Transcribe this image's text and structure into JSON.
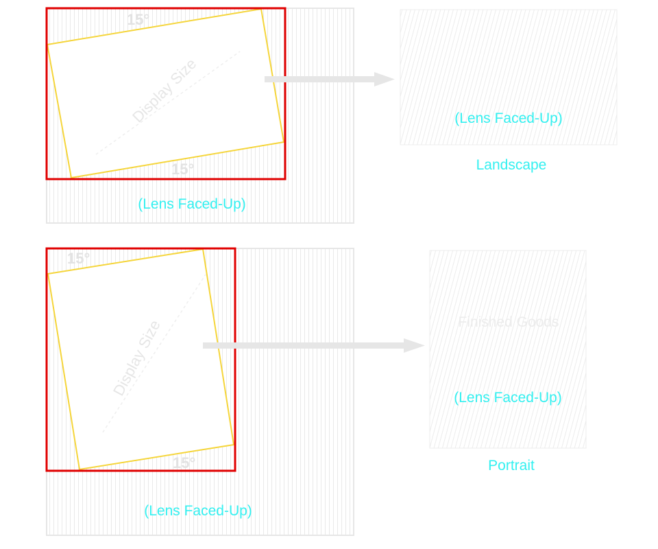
{
  "top": {
    "angle_top": "15°",
    "angle_bottom": "15°",
    "display_label": "Display Size",
    "sheet_label": "(Lens Faced-Up)",
    "result_label": "(Lens Faced-Up)",
    "orientation": "Landscape"
  },
  "bottom": {
    "angle_top": "15°",
    "angle_bottom": "15°",
    "display_label": "Display Size",
    "sheet_label": "(Lens Faced-Up)",
    "finished_label": "Finished Goods",
    "result_label": "(Lens Faced-Up)",
    "orientation": "Portrait"
  },
  "colors": {
    "cut_frame": "#e00000",
    "display_outline": "#f5d53a",
    "caption": "#33f0f0",
    "sheet_border": "#e6e6e6",
    "arrow": "#e6e6e6"
  }
}
